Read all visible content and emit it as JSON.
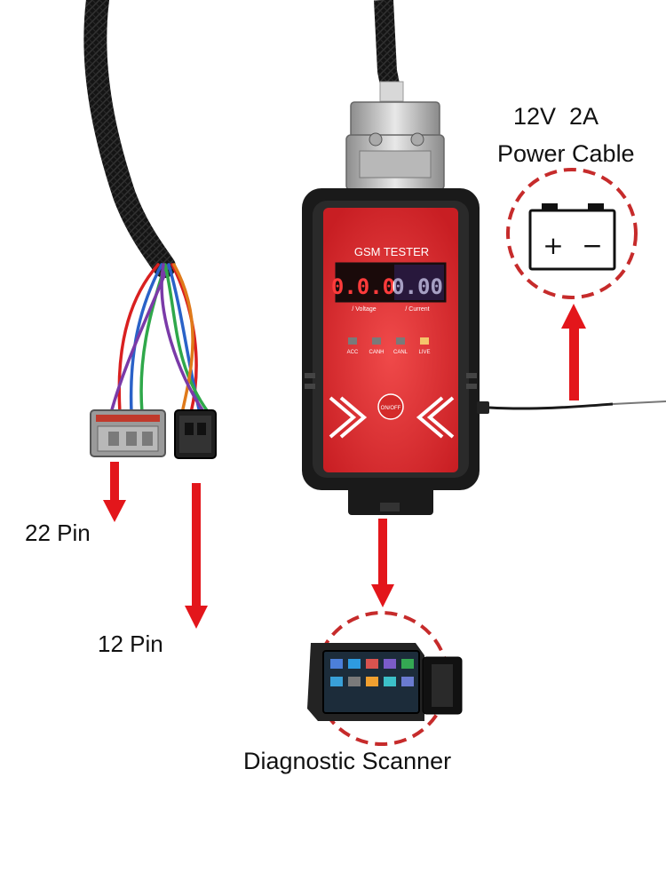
{
  "labels": {
    "pin22": "22 Pin",
    "pin12": "12 Pin",
    "power_line1": "12V  2A",
    "power_line2": "Power Cable",
    "scanner": "Diagnostic Scanner"
  },
  "device": {
    "title": "GSM TESTER",
    "voltage_display": "0.0.0",
    "current_display": "0.00",
    "voltage_label": "/ Voltage",
    "current_label": "/ Current",
    "indicators": [
      "ACC",
      "CANH",
      "CANL",
      "LIVE"
    ],
    "power_button": "ON/OFF"
  },
  "battery_icon": {
    "plus": "+",
    "minus": "−"
  },
  "colors": {
    "arrow_red": "#e3161b",
    "device_red": "#e4262b",
    "device_black": "#1a1a1a",
    "dashed_circle": "#c62b2b",
    "voltage_led": "#ff3b3b",
    "current_led": "#ffffff"
  },
  "icons": [
    "battery-icon",
    "scanner-tablet-icon",
    "power-button-icon"
  ]
}
